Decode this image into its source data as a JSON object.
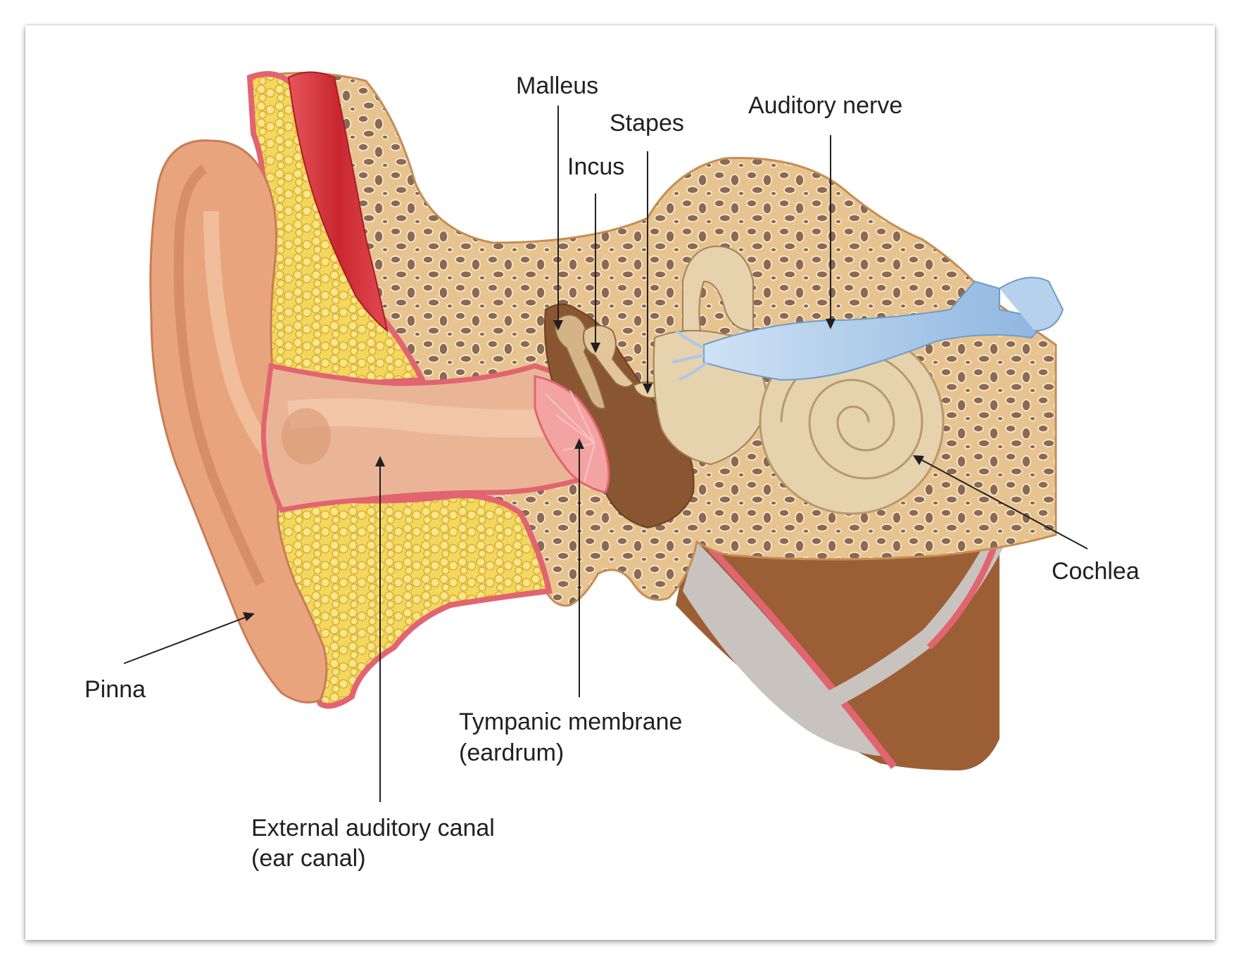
{
  "labels": {
    "malleus": "Malleus",
    "stapes": "Stapes",
    "incus": "Incus",
    "auditory_nerve": "Auditory nerve",
    "cochlea": "Cochlea",
    "pinna": "Pinna",
    "tympanic_line1": "Tympanic membrane",
    "tympanic_line2": "(eardrum)",
    "canal_line1": "External auditory canal",
    "canal_line2": "(ear canal)"
  },
  "colors": {
    "skin": "#e8a57d",
    "skin_dark": "#c97c55",
    "bone": "#e7c48f",
    "bone_pore": "#8a6a55",
    "fat": "#f2d25a",
    "muscle": "#d8323a",
    "membrane_pink": "#e26470",
    "nerve": "#9ec3e6",
    "cochlea": "#e6d2ad",
    "cavity": "#8a5531",
    "gray_layer": "#c9c3c0"
  }
}
